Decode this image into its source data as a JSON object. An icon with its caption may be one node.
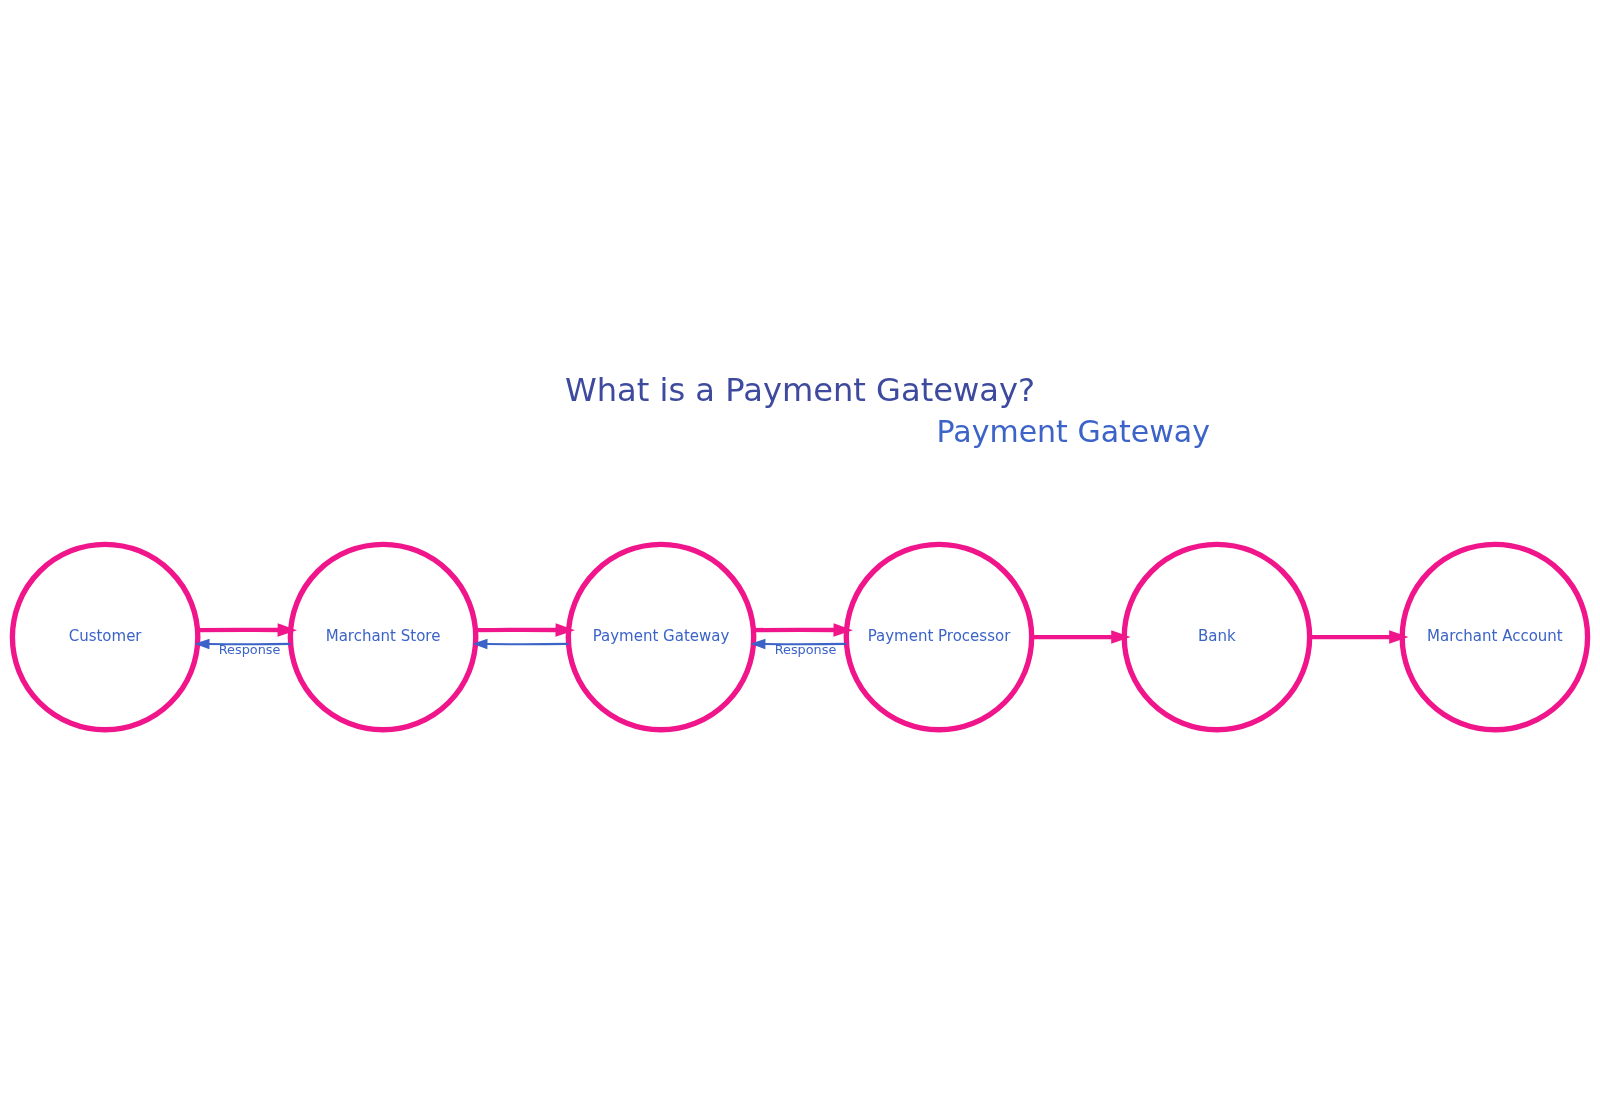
{
  "diagram": {
    "title": "What is a Payment Gateway?",
    "nodes": [
      {
        "text": [
          "Customer"
        ]
      },
      {
        "text": [
          "Marchant Store"
        ]
      },
      {
        "text": [
          "Payment Gateway"
        ]
      },
      {
        "text": [
          "Payment Processor"
        ]
      },
      {
        "text": [
          "Bank"
        ]
      },
      {
        "text": [
          "Marchant Account"
        ]
      }
    ],
    "edges": [
      {
        "from": 0,
        "to": 1,
        "arrow": "to"
      },
      {
        "from": 1,
        "to": 0,
        "arrow": "to",
        "label": "Response",
        "color": "#3b63c8"
      },
      {
        "from": 1,
        "to": 2,
        "arrow": "to"
      },
      {
        "from": 2,
        "to": 1,
        "arrow": "to",
        "color": "#3b63c8"
      },
      {
        "from": 2,
        "to": 3,
        "arrow": "to"
      },
      {
        "from": 3,
        "to": 2,
        "arrow": "to",
        "label": "Response",
        "color": "#3b63c8"
      },
      {
        "from": 3,
        "to": 4,
        "arrow": "to"
      },
      {
        "from": 4,
        "to": 5,
        "arrow": "to"
      }
    ],
    "labels": [
      "Payment Gateway"
    ]
  }
}
